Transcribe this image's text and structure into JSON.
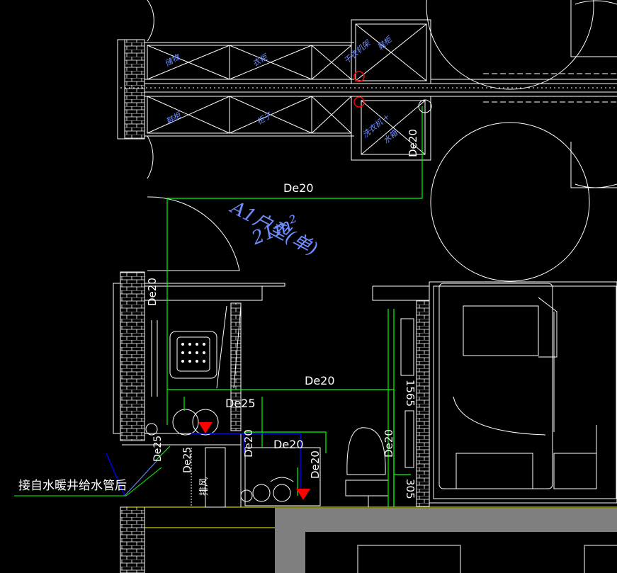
{
  "colors": {
    "background": "#000000",
    "wall": "#ffffff",
    "water_supply": "#00ff00",
    "drain": "#0000ff",
    "annotation_blue": "#6f8cff",
    "valve_red": "#ff0000",
    "fill_gray": "#7f7f7f",
    "floor_line": "#ffff00"
  },
  "labels": {
    "pipe_main": "De20",
    "pipe_riser": "De20",
    "pipe_bath": "De20",
    "pipe_branch": "De25",
    "pipe_left_a": "De25",
    "pipe_left_b": "De25",
    "pipe_toilet_a": "De20",
    "pipe_toilet_b": "De20",
    "pipe_toilet_c": "De20",
    "pipe_right": "De20",
    "pipe_upper_right": "De20",
    "dim_1565": "1565",
    "dim_305": "305",
    "room_type": "A1户型(单)",
    "room_area": "21m²",
    "vent_label": "排风",
    "connection_note": "接自水暖井给水管后"
  },
  "furniture_labels": {
    "row1": [
      "储物",
      "衣柜",
      "干衣机架",
      "鞋柜"
    ],
    "row2": [
      "鞋柜",
      "柜子",
      "洗衣机 +",
      "水箱"
    ]
  },
  "icons": [
    "water-meter-icon",
    "valve-icon",
    "floor-drain-icon",
    "toilet-icon",
    "bathtub-icon",
    "sink-icon",
    "armchair-icon",
    "bed-icon",
    "round-table-icon"
  ]
}
